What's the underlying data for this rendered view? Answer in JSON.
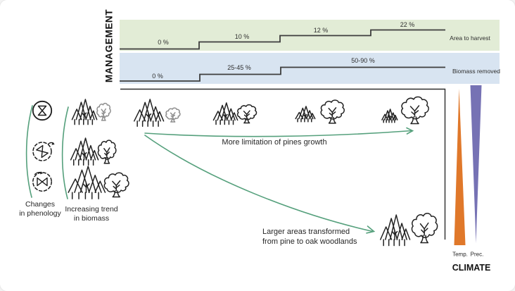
{
  "management": {
    "section_label": "MANAGEMENT",
    "area_to_harvest": {
      "label": "Area to harvest",
      "steps": [
        "0 %",
        "10 %",
        "12 %",
        "22 %"
      ]
    },
    "biomass_removed": {
      "label": "Biomass removed",
      "steps": [
        "0 %",
        "25-45 %",
        "50-90 %"
      ]
    }
  },
  "left_panel": {
    "phenology_line1": "Changes",
    "phenology_line2": "in phenology",
    "biomass_line1": "Increasing trend",
    "biomass_line2": "in biomass"
  },
  "annotations": {
    "pines_growth": "More limitation of pines growth",
    "transformation_line1": "Larger areas transformed",
    "transformation_line2": "from pine to oak woodlands"
  },
  "climate": {
    "section_label": "CLIMATE",
    "temp_label": "Temp.",
    "prec_label": "Prec."
  },
  "icons": [
    "hourglass-icon",
    "shifted-timing-icon",
    "cycle-change-icon",
    "pines-icon",
    "oak-icon",
    "temp-triangle-icon",
    "prec-triangle-icon"
  ],
  "colors": {
    "harvest_band_green": "#e2ecd6",
    "biomass_band_blue": "#d8e4f1",
    "step_line": "#3d3d3d",
    "arrow_green": "#55a07c",
    "temperature_orange": "#e0782a",
    "precipitation_purple": "#7672b4",
    "tree_ink": "#222222"
  }
}
